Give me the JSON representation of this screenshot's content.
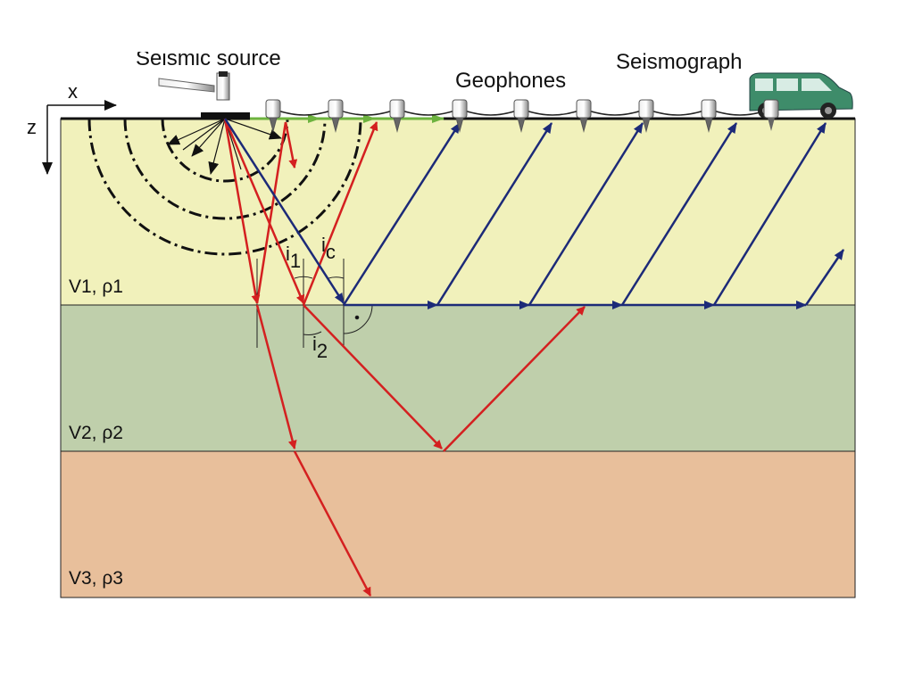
{
  "title_labels": {
    "source": "Seismic source",
    "geophones": "Geophones",
    "seismograph": "Seismograph"
  },
  "axes": {
    "x": "x",
    "z": "z"
  },
  "layers": [
    {
      "label": "V1, ρ1",
      "color": "#f1f1bb"
    },
    {
      "label": "V2, ρ2",
      "color": "#bfcfab"
    },
    {
      "label": "V3, ρ3",
      "color": "#e8bf9b"
    }
  ],
  "angles": {
    "i1_main": "i",
    "i1_sub": "1",
    "ic_main": "i",
    "ic_sub": "c",
    "i2_main": "i",
    "i2_sub": "2"
  },
  "colors": {
    "reflected_refracted": "#d42020",
    "head_wave": "#1c2a78",
    "direct_wave": "#6db33f",
    "wavefront": "#111111"
  }
}
